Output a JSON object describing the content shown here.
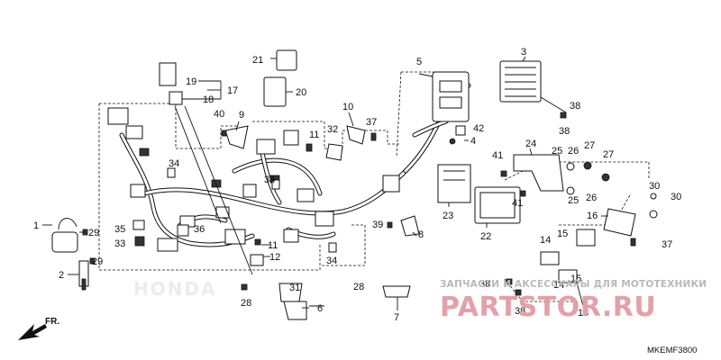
{
  "callouts": [
    "1",
    "2",
    "3",
    "4",
    "5",
    "6",
    "7",
    "8",
    "9",
    "10",
    "11",
    "12",
    "13",
    "14",
    "15",
    "16",
    "17",
    "18",
    "19",
    "20",
    "21",
    "22",
    "23",
    "24",
    "25",
    "26",
    "27",
    "28",
    "29",
    "30",
    "31",
    "32",
    "33",
    "34",
    "35",
    "36",
    "37",
    "38",
    "39",
    "40",
    "41",
    "42"
  ],
  "watermark": {
    "subtitle": "ЗАПЧАСТИ И АКСЕССУАРЫ ДЛЯ МОТОТЕХНИКИ",
    "brand": "PARTSTOR.RU",
    "ghost_logo": "HONDA"
  },
  "direction_label": "FR.",
  "diagram_code": "MKEMF3800",
  "colors": {
    "ink": "#111111",
    "brand": "#e4a0a8",
    "ghost": "#ececec"
  }
}
